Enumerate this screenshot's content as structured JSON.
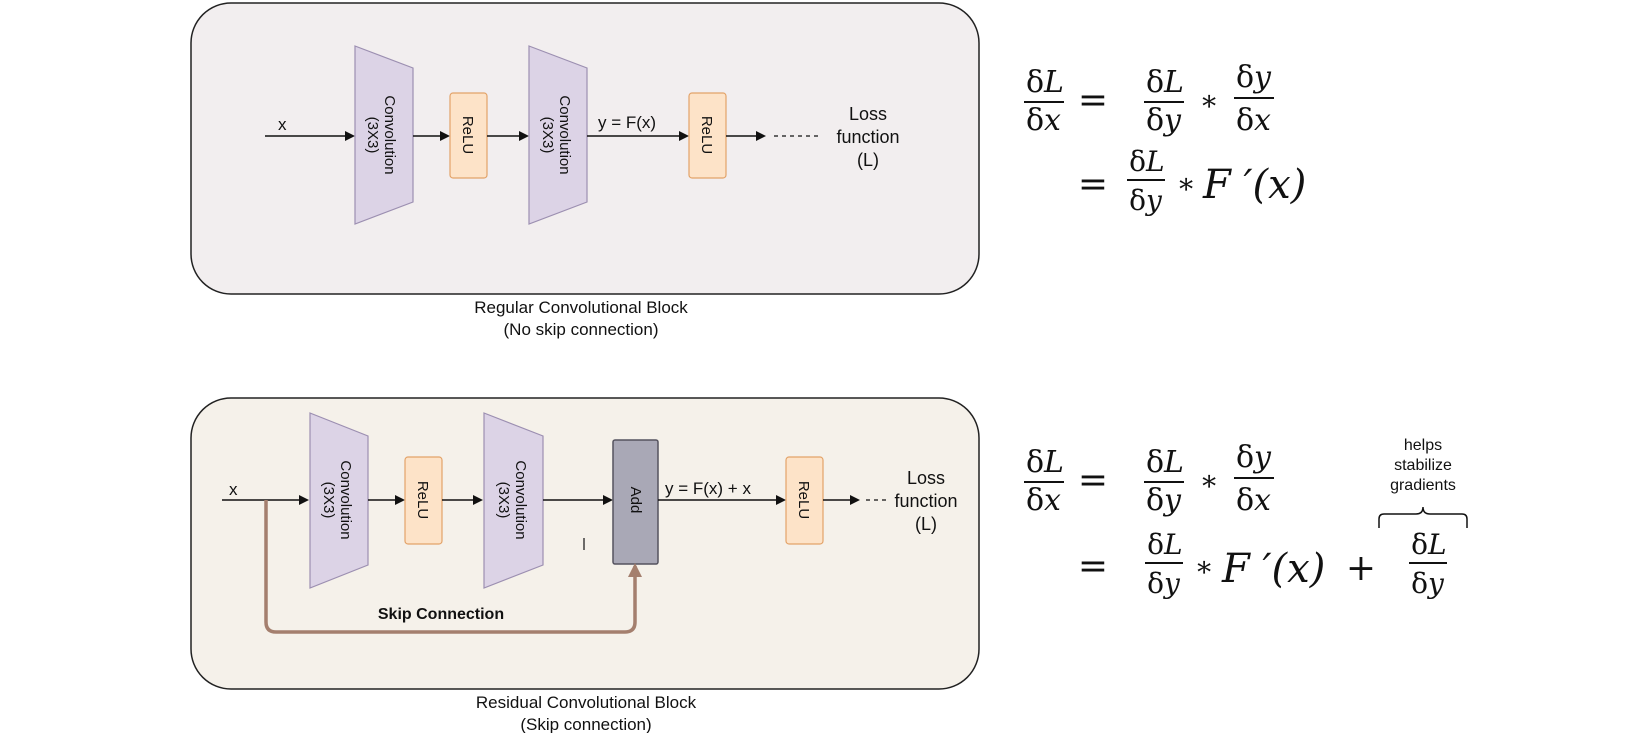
{
  "regular_block": {
    "input_label": "x",
    "conv1": {
      "line1": "Convolution",
      "line2": "(3X3)"
    },
    "relu1": "ReLU",
    "conv2": {
      "line1": "Convolution",
      "line2": "(3X3)"
    },
    "output_label": "y = F(x)",
    "relu2": "ReLU",
    "loss": {
      "line1": "Loss",
      "line2": "function",
      "line3": "(L)"
    },
    "caption": {
      "line1": "Regular Convolutional Block",
      "line2": "(No skip connection)"
    }
  },
  "residual_block": {
    "input_label": "x",
    "conv1": {
      "line1": "Convolution",
      "line2": "(3X3)"
    },
    "relu1": "ReLU",
    "conv2": {
      "line1": "Convolution",
      "line2": "(3X3)"
    },
    "add_label": "Add",
    "output_label": "y = F(x) + x",
    "relu2": "ReLU",
    "loss": {
      "line1": "Loss",
      "line2": "function",
      "line3": "(L)"
    },
    "skip_label": "Skip Connection",
    "caption": {
      "line1": "Residual Convolutional Block",
      "line2": "(Skip connection)"
    }
  },
  "equations": {
    "delta": "δ",
    "L": "L",
    "x": "x",
    "y": "y",
    "equals": "=",
    "times": "∗",
    "plus": "+",
    "fprime": "F ′(x)",
    "annotation": {
      "line1": "helps",
      "line2": "stabilize",
      "line3": "gradients"
    }
  },
  "colors": {
    "regular_bg": "#f2eeef",
    "residual_bg": "#f5f1ea",
    "conv_fill": "#dcd3e6",
    "conv_stroke": "#9c8fb1",
    "relu_fill": "#fde3c8",
    "relu_stroke": "#e3a369",
    "add_fill": "#a9a8b6",
    "add_stroke": "#55535f",
    "skip_line": "#a47f6e"
  }
}
